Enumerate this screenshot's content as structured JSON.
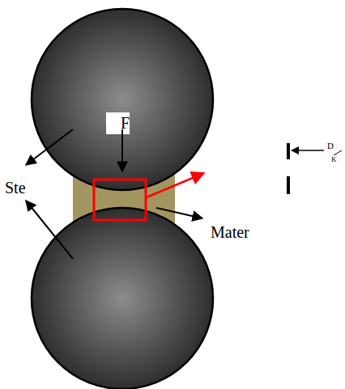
{
  "diagram": {
    "labels": [
      "F",
      "Ste",
      "Mater",
      "D",
      "K"
    ]
  }
}
